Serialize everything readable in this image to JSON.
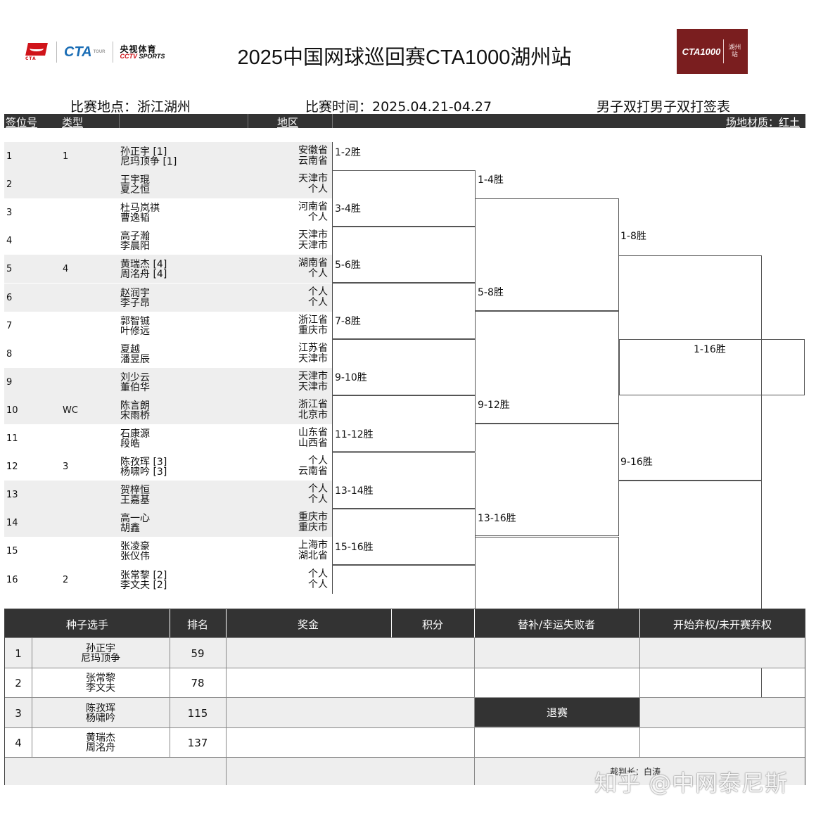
{
  "header": {
    "title": "2025中国网球巡回赛CTA1000湖州站",
    "logo_cta_small": "CTA",
    "logo_cta_tour": "CTA",
    "logo_tour_suffix": "TOUR",
    "logo_cctv_cn": "央视体育",
    "logo_cctv_en_a": "CCTV",
    "logo_cctv_en_b": " SPORTS",
    "logo_hz_a": "CTA1000",
    "logo_hz_cal": "湖州站"
  },
  "info": {
    "venue": "比赛地点：浙江湖州",
    "dates": "比赛时间：2025.04.21-04.27",
    "event": "男子双打男子双打签表"
  },
  "columns": {
    "draw_no": "签位号",
    "type": "类型",
    "region": "地区",
    "surface": "场地材质：红土"
  },
  "draw": [
    {
      "num": "1",
      "type": "1",
      "p1": "孙正宇 [1]",
      "p2": "尼玛顶争 [1]",
      "r1": "安徽省",
      "r2": "云南省"
    },
    {
      "num": "2",
      "type": "",
      "p1": "王宇琨",
      "p2": "夏之恒",
      "r1": "天津市",
      "r2": "个人"
    },
    {
      "num": "3",
      "type": "",
      "p1": "杜马岚祺",
      "p2": "曹逸韬",
      "r1": "河南省",
      "r2": "个人"
    },
    {
      "num": "4",
      "type": "",
      "p1": "高子瀚",
      "p2": "李晨阳",
      "r1": "天津市",
      "r2": "天津市"
    },
    {
      "num": "5",
      "type": "4",
      "p1": "黄瑞杰 [4]",
      "p2": "周洺舟 [4]",
      "r1": "湖南省",
      "r2": "个人"
    },
    {
      "num": "6",
      "type": "",
      "p1": "赵润宇",
      "p2": "李子昂",
      "r1": "个人",
      "r2": "个人"
    },
    {
      "num": "7",
      "type": "",
      "p1": "郭智铖",
      "p2": "叶修远",
      "r1": "浙江省",
      "r2": "重庆市"
    },
    {
      "num": "8",
      "type": "",
      "p1": "夏越",
      "p2": "潘昱辰",
      "r1": "江苏省",
      "r2": "天津市"
    },
    {
      "num": "9",
      "type": "",
      "p1": "刘少云",
      "p2": "董伯华",
      "r1": "天津市",
      "r2": "天津市"
    },
    {
      "num": "10",
      "type": "WC",
      "p1": "陈言朗",
      "p2": "宋雨桥",
      "r1": "浙江省",
      "r2": "北京市"
    },
    {
      "num": "11",
      "type": "",
      "p1": "石康源",
      "p2": "段皓",
      "r1": "山东省",
      "r2": "山西省"
    },
    {
      "num": "12",
      "type": "3",
      "p1": "陈孜珲 [3]",
      "p2": "杨啸吟 [3]",
      "r1": "个人",
      "r2": "云南省"
    },
    {
      "num": "13",
      "type": "",
      "p1": "贺梓恒",
      "p2": "王嘉基",
      "r1": "个人",
      "r2": "个人"
    },
    {
      "num": "14",
      "type": "",
      "p1": "高一心",
      "p2": "胡鑫",
      "r1": "重庆市",
      "r2": "重庆市"
    },
    {
      "num": "15",
      "type": "",
      "p1": "张凌豪",
      "p2": "张仪伟",
      "r1": "上海市",
      "r2": "湖北省"
    },
    {
      "num": "16",
      "type": "2",
      "p1": "张常黎 [2]",
      "p2": "李文夫 [2]",
      "r1": "个人",
      "r2": "个人"
    }
  ],
  "bracket": {
    "r1": [
      "1-2胜",
      "3-4胜",
      "5-6胜",
      "7-8胜",
      "9-10胜",
      "11-12胜",
      "13-14胜",
      "15-16胜"
    ],
    "r2": [
      "1-4胜",
      "5-8胜",
      "9-12胜",
      "13-16胜"
    ],
    "r3": [
      "1-8胜",
      "9-16胜"
    ],
    "final": "1-16胜"
  },
  "seeds_table": {
    "headers": [
      "种子选手",
      "排名",
      "奖金",
      "积分",
      "替补/幸运失败者",
      "开始弃权/未开赛弃权"
    ],
    "rows": [
      {
        "no": "1",
        "p1": "孙正宇",
        "p2": "尼玛顶争",
        "rank": "59"
      },
      {
        "no": "2",
        "p1": "张常黎",
        "p2": "李文夫",
        "rank": "78"
      },
      {
        "no": "3",
        "p1": "陈孜珲",
        "p2": "杨啸吟",
        "rank": "115"
      },
      {
        "no": "4",
        "p1": "黄瑞杰",
        "p2": "周洺舟",
        "rank": "137"
      }
    ],
    "withdraw_label": "退赛",
    "signature": "裁判长：白涛"
  },
  "watermark": "知乎 @中网泰尼斯"
}
